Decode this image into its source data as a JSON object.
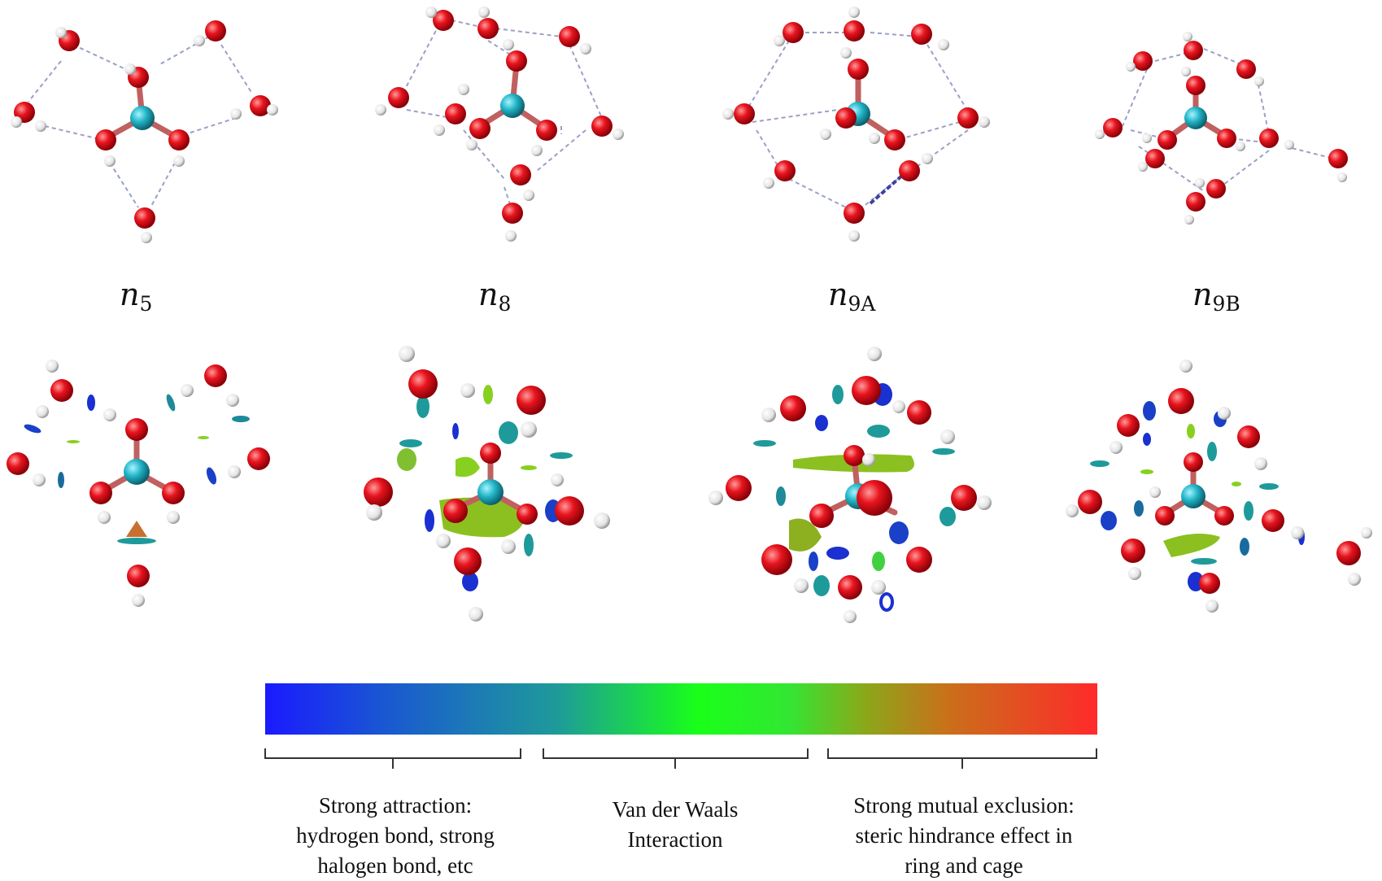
{
  "labels": {
    "n5": {
      "base": "n",
      "sub": "5"
    },
    "n8": {
      "base": "n",
      "sub": "8"
    },
    "n9a": {
      "base": "n",
      "sub": "9A"
    },
    "n9b": {
      "base": "n",
      "sub": "9B"
    }
  },
  "colors": {
    "oxygen": "#e0141e",
    "hydrogen": "#f2f2f2",
    "center_atom": "#2ab8c8",
    "attraction": "#1a1aff",
    "van_der_waals": "#19ff19",
    "repulsion": "#ff2a2a"
  },
  "colorbar": {
    "ranges": [
      {
        "lines": [
          "Strong attraction:",
          "hydrogen bond,  strong",
          "halogen bond, etc"
        ]
      },
      {
        "lines": [
          "Van der Waals",
          "Interaction"
        ]
      },
      {
        "lines": [
          "Strong mutual exclusion:",
          "steric hindrance effect in",
          "ring and cage"
        ]
      }
    ]
  }
}
